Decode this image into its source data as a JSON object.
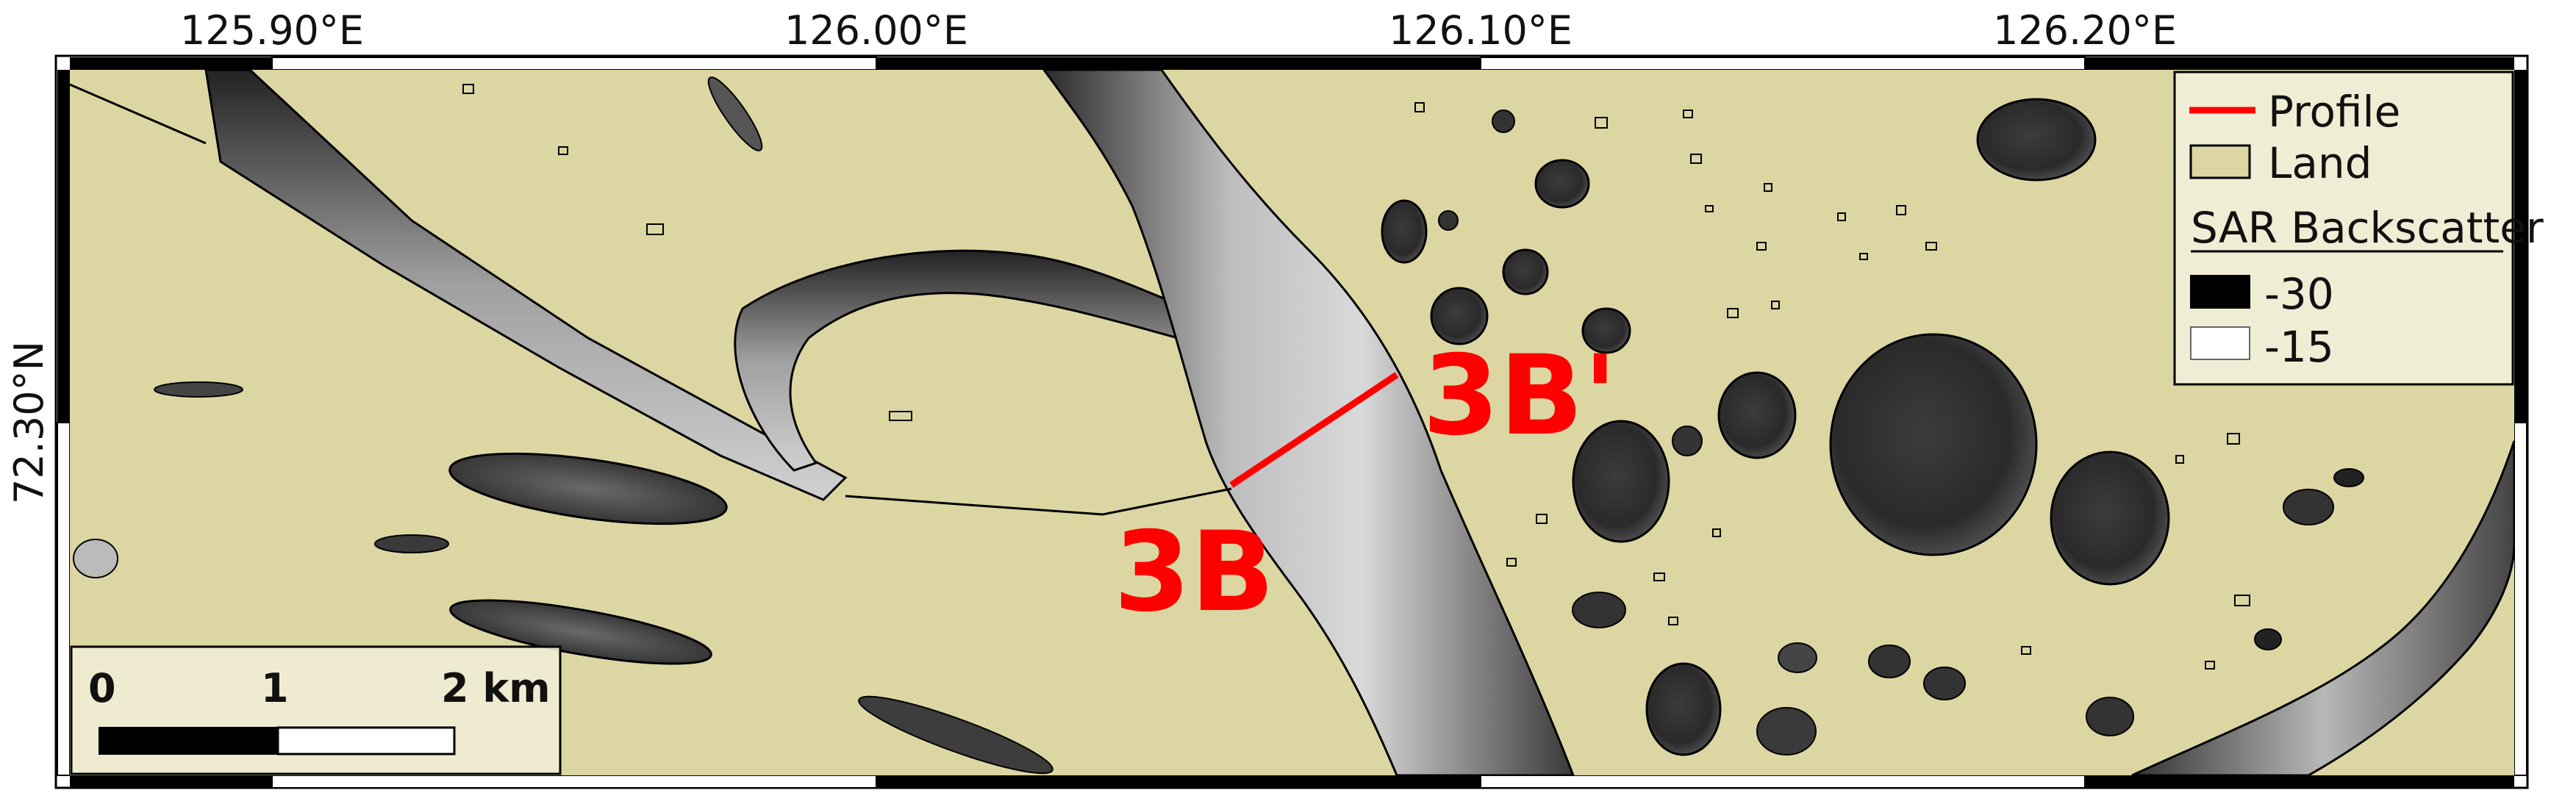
{
  "longitude_ticks": [
    "125.90°E",
    "126.00°E",
    "126.10°E",
    "126.20°E"
  ],
  "latitude_ticks": [
    "72.30°N"
  ],
  "profile": {
    "start_label": "3B",
    "end_label": "3B'",
    "color": "#ff0000"
  },
  "legend": {
    "profile_label": "Profile",
    "land_label": "Land",
    "sar_title": "SAR Backscatter",
    "sar_min": "-30",
    "sar_max": "-15"
  },
  "scale_bar": {
    "label_0": "0",
    "label_1": "1",
    "label_2": "2 km"
  },
  "colors": {
    "land": "#dcd6a2",
    "water_dark": "#1e1e1e",
    "water_light": "#d8d8d8",
    "profile": "#ff0000"
  }
}
